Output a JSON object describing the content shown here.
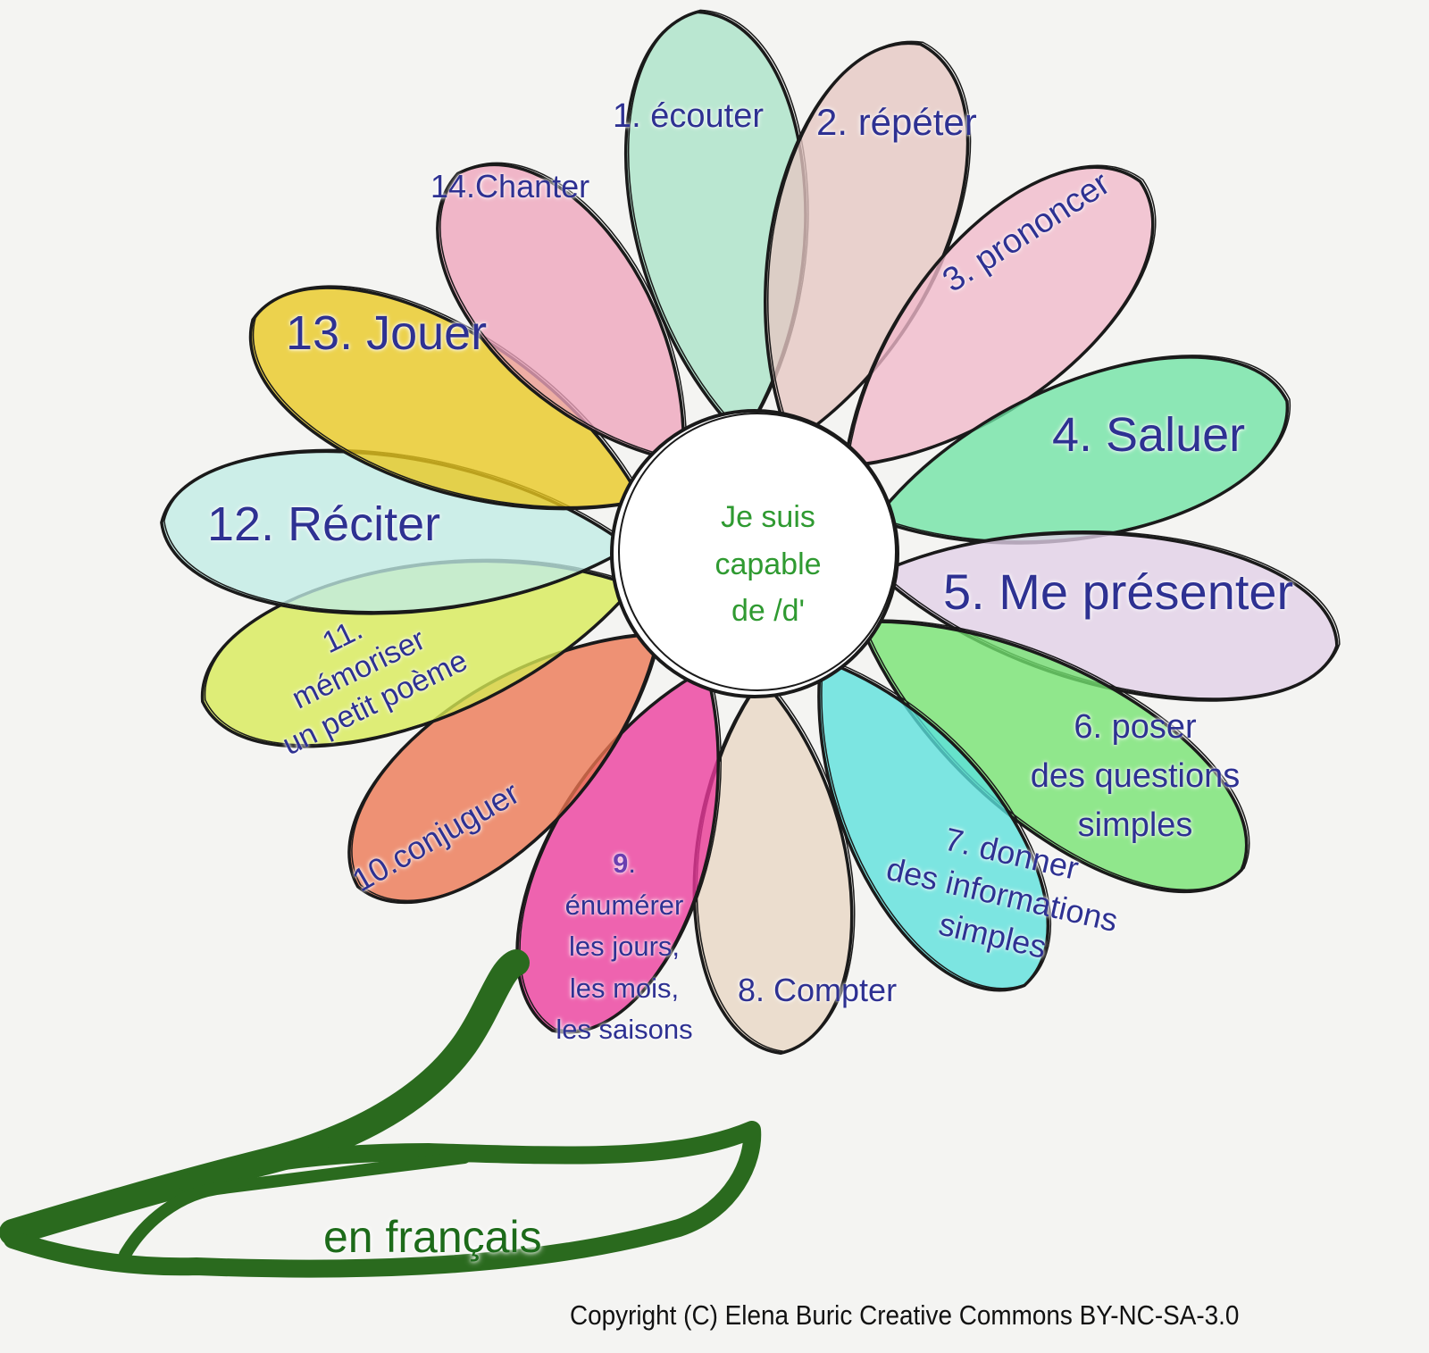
{
  "colors": {
    "label": "#2e3192",
    "center_text": "#2f9a31",
    "stem": "#2a6a1e",
    "bottom_text": "#1d6b1a",
    "outline": "#1a1a1a"
  },
  "center": {
    "lines": [
      "Je suis",
      "capable",
      "de /d'"
    ]
  },
  "petals": [
    {
      "lines": [
        "1. écouter"
      ],
      "color": "#a9e3c8"
    },
    {
      "lines": [
        "2. répéter"
      ],
      "color": "#e6c7c3"
    },
    {
      "lines": [
        "3. prononcer"
      ],
      "color": "#f1b8ca"
    },
    {
      "lines": [
        "4. Saluer"
      ],
      "color": "#6ee3a4"
    },
    {
      "lines": [
        "5. Me présenter"
      ],
      "color": "#e2cfe8"
    },
    {
      "lines": [
        "6. poser",
        "des questions",
        "simples"
      ],
      "color": "#73e36f"
    },
    {
      "lines": [
        "7. donner",
        "des informations",
        "simples"
      ],
      "color": "#5ae0dc"
    },
    {
      "lines": [
        "8. Compter"
      ],
      "color": "#e8d6c4"
    },
    {
      "lines": [
        "9",
        ". ",
        "énumérer",
        "les jours,",
        "les mois,",
        "les saisons"
      ],
      "color": "#ec3a9c"
    },
    {
      "lines": [
        "10.conjuguer"
      ],
      "color": "#ec7451"
    },
    {
      "lines": [
        "11.",
        "mémoriser",
        "un petit poème"
      ],
      "color": "#d7ea55"
    },
    {
      "lines": [
        "12. Réciter"
      ],
      "color": "#c0ece6"
    },
    {
      "lines": [
        "13. Jouer"
      ],
      "color": "#e9c81f"
    },
    {
      "lines": [
        "14.Chanter"
      ],
      "color": "#eea4bd"
    }
  ],
  "bottom_text": "en français",
  "copyright": "Copyright (C) Elena Buric Creative Commons BY-NC-SA-3.0"
}
